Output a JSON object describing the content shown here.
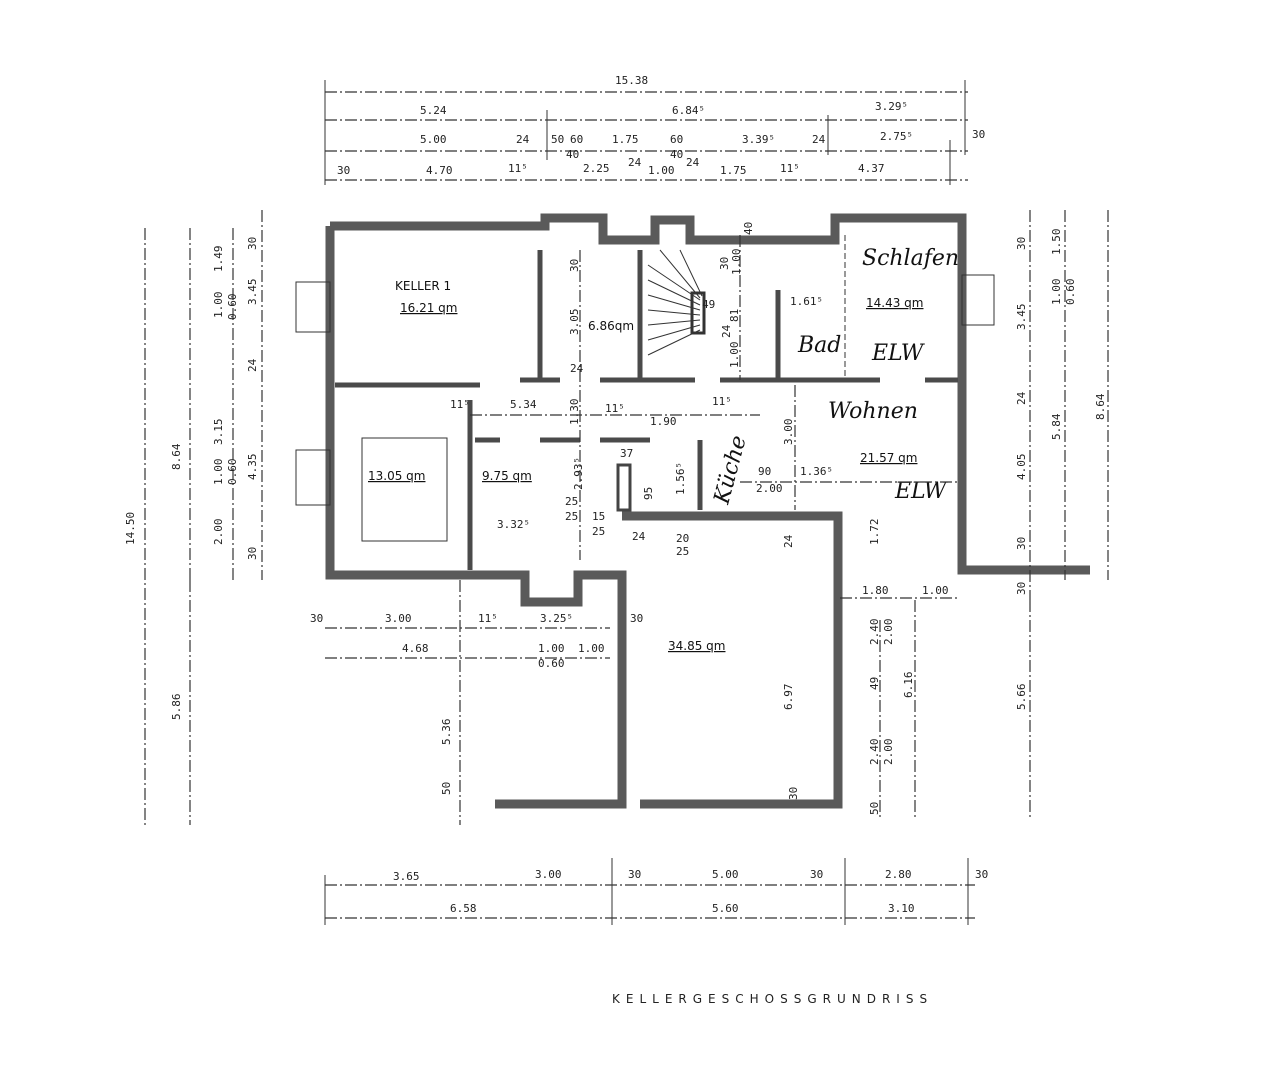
{
  "title": "KELLERGESCHOSSGRUNDRISS",
  "rooms": {
    "keller1_name": "KELLER 1",
    "keller1_area": "16.21 qm",
    "storage_area": "6.86qm",
    "room_left_area": "13.05 qm",
    "room_mid_area": "9.75 qm",
    "bath_dim": "1.61⁵",
    "schlafen_area": "14.43 qm",
    "wohnen_area": "21.57 qm",
    "garage_area": "34.85 qm"
  },
  "handwritten": {
    "schlafen": "Schlafen",
    "bad": "Bad",
    "elw1": "ELW",
    "wohnen": "Wohnen",
    "kueche": "Küche",
    "elw2": "ELW"
  },
  "top_dims": {
    "row1": [
      "15.38"
    ],
    "row2": [
      "5.24",
      "6.84⁵",
      "3.29⁵"
    ],
    "row3": [
      "5.00",
      "24",
      "50",
      "60",
      "40",
      "1.75",
      "60",
      "40",
      "3.39⁵",
      "24",
      "2.75⁵",
      "30"
    ],
    "row4": [
      "30",
      "4.70",
      "11⁵",
      "2.25",
      "24",
      "1.00",
      "24",
      "1.75",
      "11⁵",
      "4.37"
    ]
  },
  "left_dims": [
    "14.50",
    "8.64",
    "5.86",
    "1.49",
    "1.00",
    "0.60",
    "3.45",
    "24",
    "3.15",
    "1.00",
    "0.60",
    "4.35",
    "2.00",
    "30",
    "30",
    "5.36",
    "50"
  ],
  "right_dims": [
    "30",
    "1.50",
    "1.00",
    "0.60",
    "3.45",
    "24",
    "4.05",
    "5.84",
    "8.64",
    "30",
    "30",
    "5.66"
  ],
  "interior_dims": [
    "30",
    "3.05",
    "24",
    "11⁵",
    "5.34",
    "1.30",
    "11⁵",
    "1.90",
    "11⁵",
    "2.93⁵",
    "25",
    "25",
    "15",
    "25",
    "3.32⁵",
    "37",
    "95",
    "1.56⁵",
    "24",
    "20",
    "25",
    "49",
    "81",
    "24",
    "1.00",
    "30",
    "1.00",
    "40",
    "3.00",
    "90",
    "2.00",
    "1.36⁵",
    "1.72",
    "24",
    "6.97",
    "30",
    "1.80",
    "1.00",
    "2.40",
    "2.00",
    "49",
    "6.16",
    "2.40",
    "2.00",
    "50"
  ],
  "lower_left_dims": [
    "30",
    "3.00",
    "11⁵",
    "3.25⁵",
    "4.68",
    "1.00",
    "0.60",
    "1.00",
    "30"
  ],
  "bottom_dims": {
    "row1": [
      "3.65",
      "3.00",
      "30",
      "5.00",
      "30",
      "2.80",
      "30"
    ],
    "row2": [
      "6.58",
      "5.60",
      "3.10"
    ]
  }
}
